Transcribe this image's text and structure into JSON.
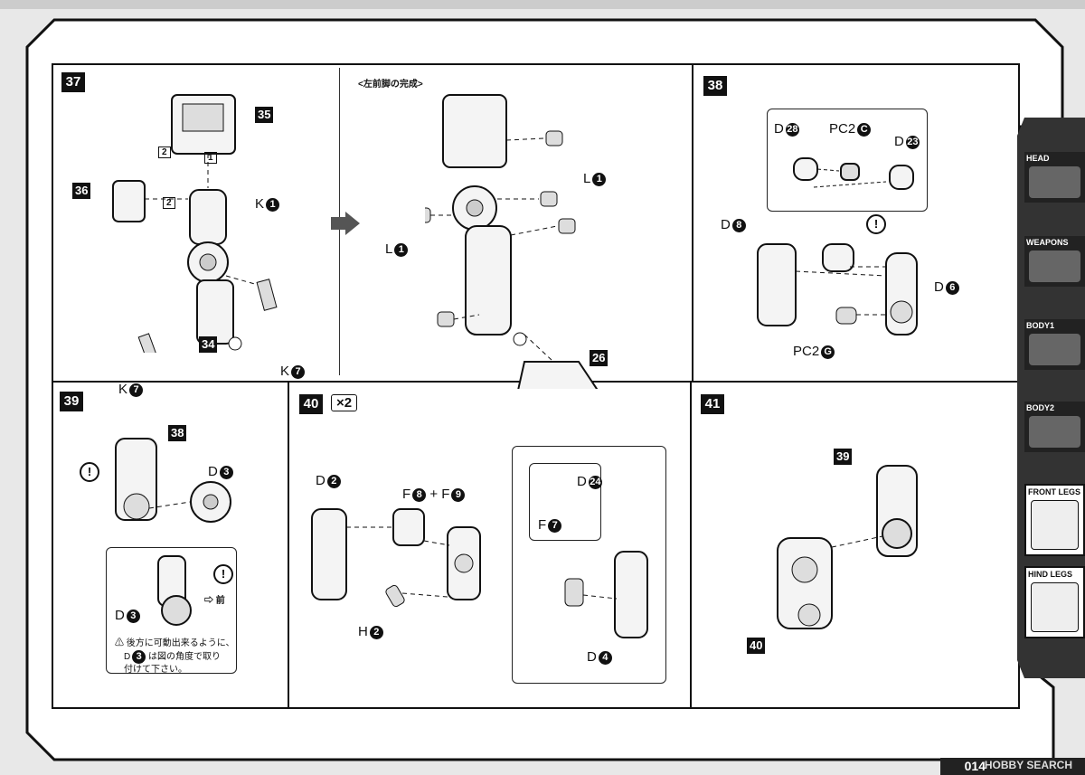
{
  "steps": {
    "s37": {
      "number": "37",
      "parts": [
        "35",
        "36",
        "34"
      ],
      "k1": "K",
      "k1n": "1",
      "k7a": "K",
      "k7an": "7",
      "k7b": "K",
      "k7bn": "7",
      "sub1": "1",
      "sub2a": "2",
      "sub2b": "2"
    },
    "complete": {
      "title": "<左前脚の完成>",
      "l_top": "L",
      "l_top_n": "1",
      "l_left": "L",
      "l_left_n": "1",
      "part26": "26"
    },
    "s38": {
      "number": "38",
      "d28": "D",
      "d28n": "28",
      "pc2c": "PC2",
      "pc2cn": "C",
      "d23": "D",
      "d23n": "23",
      "d8": "D",
      "d8n": "8",
      "d6": "D",
      "d6n": "6",
      "pc2g": "PC2",
      "pc2gn": "G"
    },
    "s39": {
      "number": "39",
      "part38": "38",
      "d3": "D",
      "d3n": "3",
      "d3b": "D",
      "d3bn": "3",
      "front": "前",
      "note_line1": "後方に可動出来るように、",
      "note_line2_a": "D",
      "note_line2_n": "3",
      "note_line2_b": "は図の角度で取り",
      "note_line3": "付けて下さい。"
    },
    "s40": {
      "number": "40",
      "times": "×2",
      "d2": "D",
      "d2n": "2",
      "f8": "F",
      "f8n": "8",
      "plus": "+",
      "f9": "F",
      "f9n": "9",
      "h2": "H",
      "h2n": "2",
      "d24": "D",
      "d24n": "24",
      "f7": "F",
      "f7n": "7",
      "d4": "D",
      "d4n": "4"
    },
    "s41": {
      "number": "41",
      "part39": "39",
      "part40": "40"
    }
  },
  "sidebar": {
    "tabs": [
      {
        "label": "HEAD"
      },
      {
        "label": "WEAPONS"
      },
      {
        "label": "BODY1"
      },
      {
        "label": "BODY2"
      },
      {
        "label": "FRONT LEGS"
      },
      {
        "label": "HIND LEGS"
      }
    ]
  },
  "footer": {
    "page": "014",
    "watermark": "HOBBY SEARCH"
  }
}
